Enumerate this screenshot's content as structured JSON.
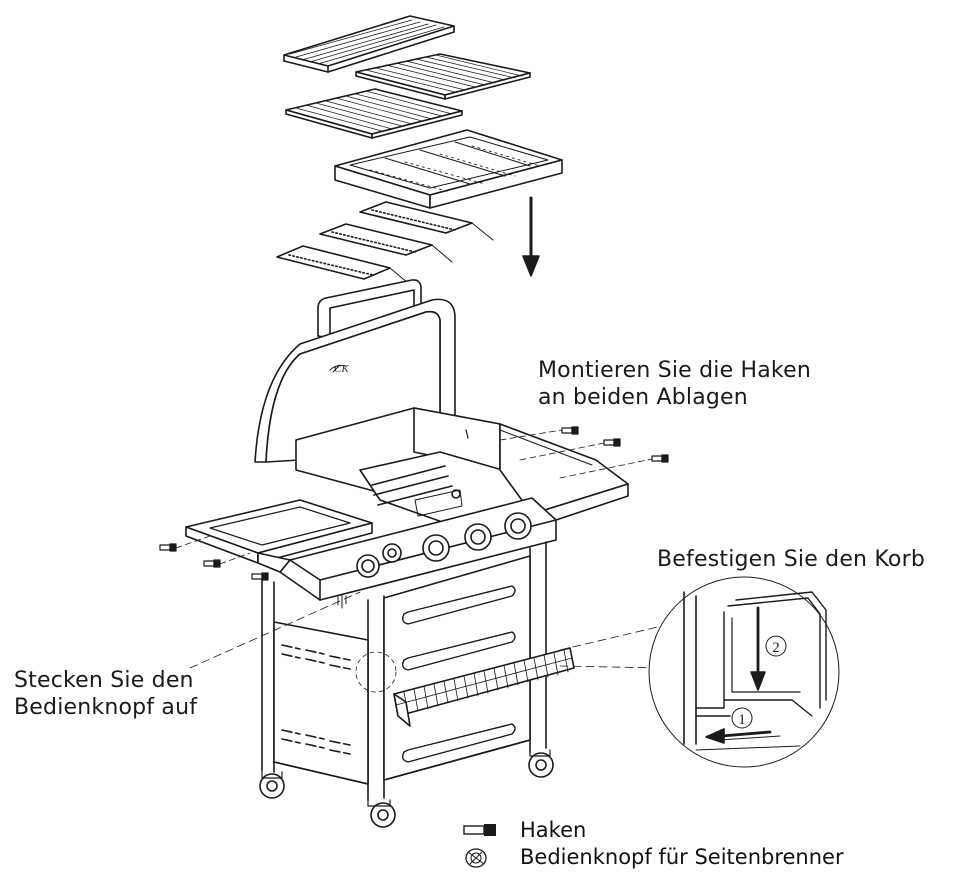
{
  "callouts": {
    "hooks_line1": "Montieren Sie die Haken",
    "hooks_line2": "an beiden Ablagen",
    "basket": "Befestigen Sie den Korb",
    "knob_line1": "Stecken Sie den",
    "knob_line2": "Bedienknopf auf"
  },
  "detail": {
    "step1": "1",
    "step2": "2"
  },
  "legend": [
    {
      "icon": "hook-icon",
      "label": "Haken"
    },
    {
      "icon": "knob-icon",
      "label": "Bedienknopf für Seitenbrenner"
    }
  ]
}
